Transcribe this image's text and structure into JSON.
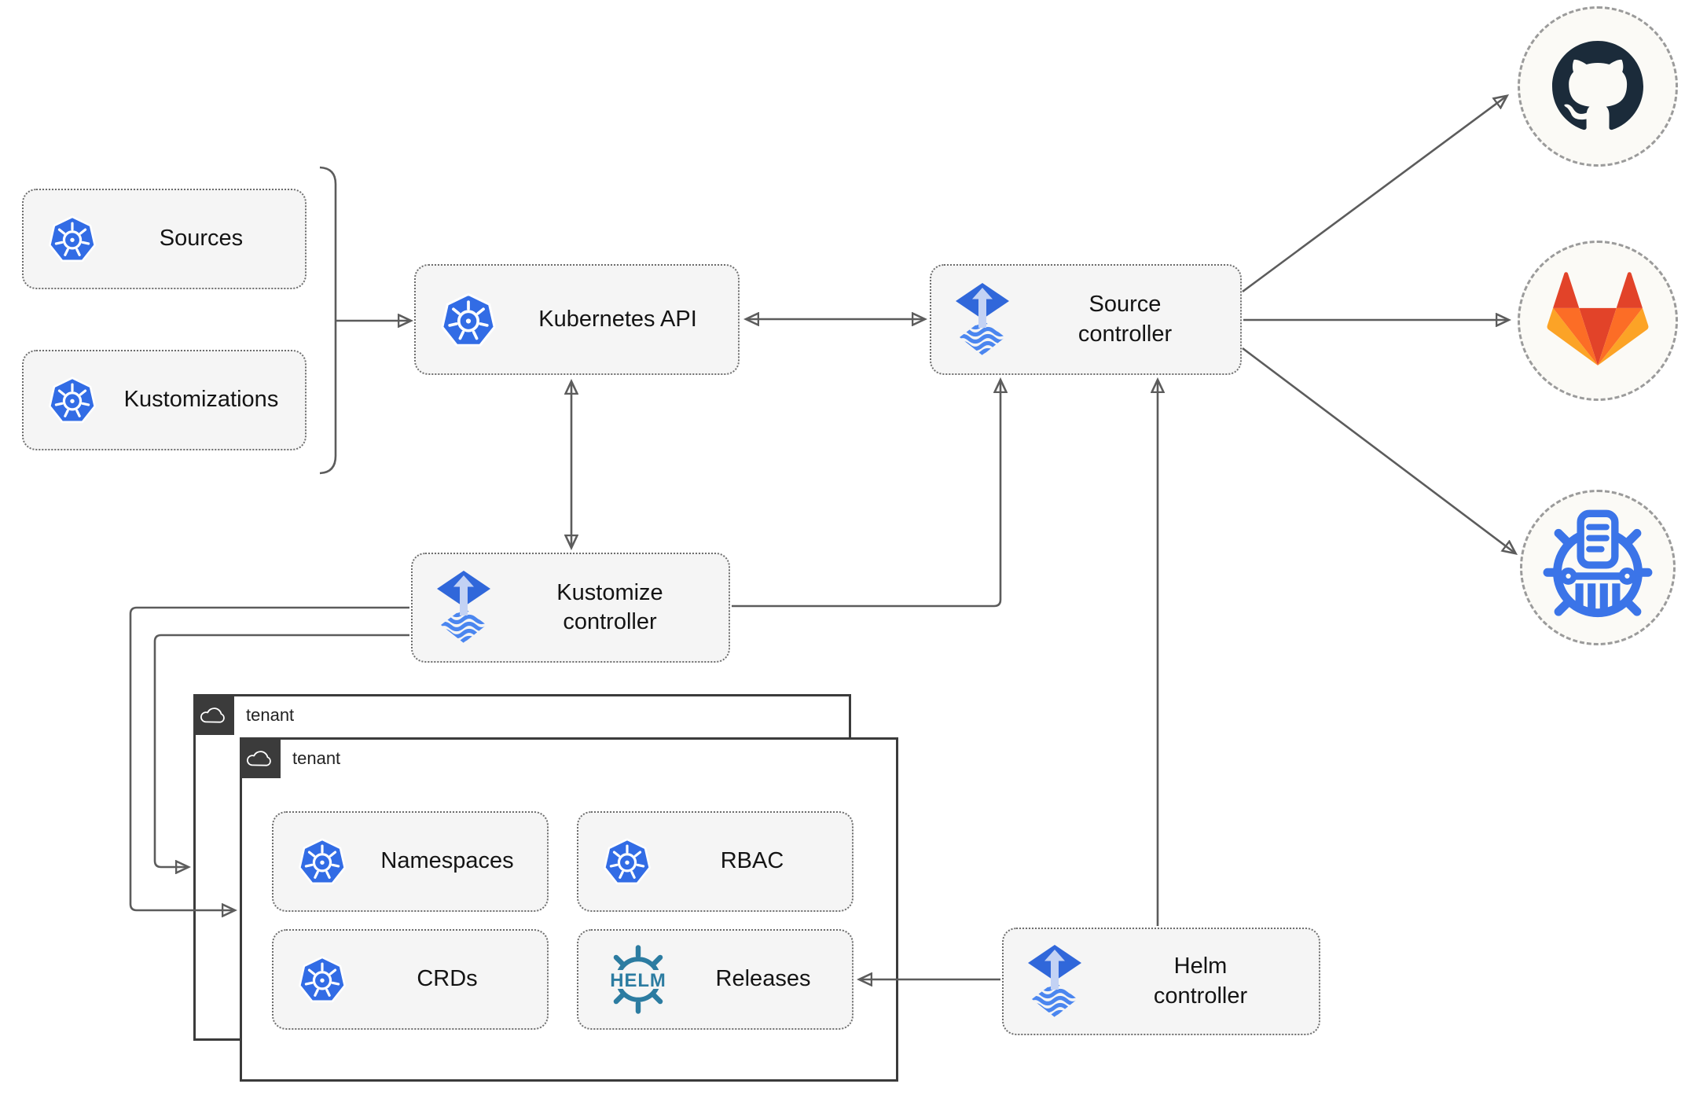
{
  "nodes": {
    "sources": {
      "label": "Sources"
    },
    "kustomizations": {
      "label": "Kustomizations"
    },
    "kubernetes_api": {
      "label": "Kubernetes API"
    },
    "source_controller": {
      "label": "Source controller"
    },
    "kustomize_controller": {
      "label": "Kustomize controller"
    },
    "helm_controller": {
      "label": "Helm controller"
    },
    "namespaces": {
      "label": "Namespaces"
    },
    "rbac": {
      "label": "RBAC"
    },
    "crds": {
      "label": "CRDs"
    },
    "releases": {
      "label": "Releases"
    }
  },
  "tenant_boxes": {
    "outer": {
      "label": "tenant",
      "icon": "cloud-icon"
    },
    "inner": {
      "label": "tenant",
      "icon": "cloud-icon"
    }
  },
  "repositories": {
    "github": {
      "icon": "github-icon"
    },
    "gitlab": {
      "icon": "gitlab-icon"
    },
    "helm_repository": {
      "icon": "helm-repository-icon"
    }
  },
  "helm_logo_text": "HELM",
  "edges": [
    {
      "from": "sources_and_kustomizations",
      "to": "kubernetes_api",
      "style": "arrow"
    },
    {
      "from": "kubernetes_api",
      "to": "source_controller",
      "style": "double-arrow"
    },
    {
      "from": "kubernetes_api",
      "to": "kustomize_controller",
      "style": "double-arrow"
    },
    {
      "from": "kustomize_controller",
      "to": "source_controller",
      "style": "arrow"
    },
    {
      "from": "kustomize_controller",
      "to": "tenant_outer",
      "style": "arrow"
    },
    {
      "from": "kustomize_controller",
      "to": "tenant_inner",
      "style": "arrow"
    },
    {
      "from": "helm_controller",
      "to": "source_controller",
      "style": "arrow"
    },
    {
      "from": "helm_controller",
      "to": "releases",
      "style": "arrow"
    },
    {
      "from": "source_controller",
      "to": "github",
      "style": "arrow"
    },
    {
      "from": "source_controller",
      "to": "gitlab",
      "style": "arrow"
    },
    {
      "from": "source_controller",
      "to": "helm_repository",
      "style": "arrow"
    }
  ],
  "colors": {
    "kubernetes_blue": "#326CE5",
    "flux_blue": "#3067DA",
    "flux_arrow_light": "#C3D2F4",
    "helm_teal": "#2C7CA1",
    "github_dark": "#1B2B3A",
    "gitlab_orange_dark": "#E24329",
    "gitlab_orange": "#FC6D26",
    "gitlab_orange_light": "#FCA326",
    "helm_repo_blue": "#3B74E8",
    "connector_gray": "#5C5C5C",
    "node_fill": "#F5F5F5",
    "tenant_tab_dark": "#3B3B3B"
  }
}
